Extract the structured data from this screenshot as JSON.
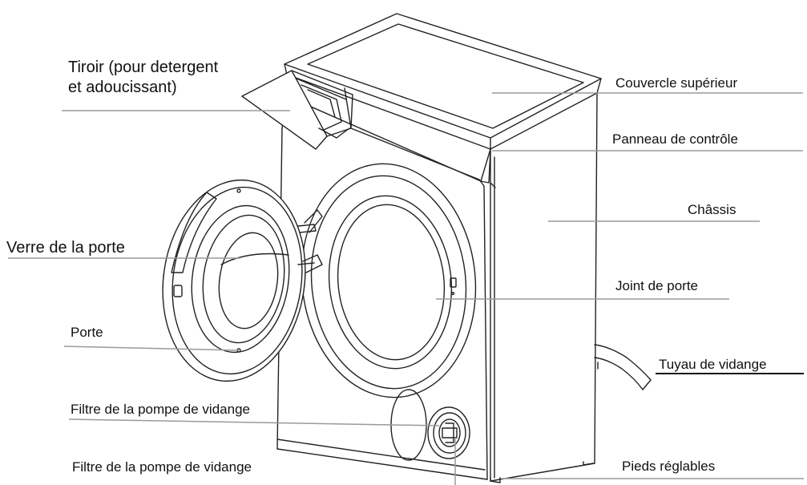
{
  "labels": {
    "drawer_line1": "Tiroir (pour detergent",
    "drawer_line2": "et adoucissant)",
    "top_cover": "Couvercle supérieur",
    "control_panel": "Panneau de contrôle",
    "chassis": "Châssis",
    "door_glass": "Verre de la porte",
    "door_seal": "Joint de porte",
    "door": "Porte",
    "drain_hose": "Tuyau de vidange",
    "pump_filter_1": "Filtre de la pompe de vidange",
    "pump_filter_2": "Filtre de la pompe de vidange",
    "feet": "Pieds réglables"
  },
  "colors": {
    "outline": "#222222",
    "leader": "#9a9a9a",
    "text": "#111111"
  }
}
